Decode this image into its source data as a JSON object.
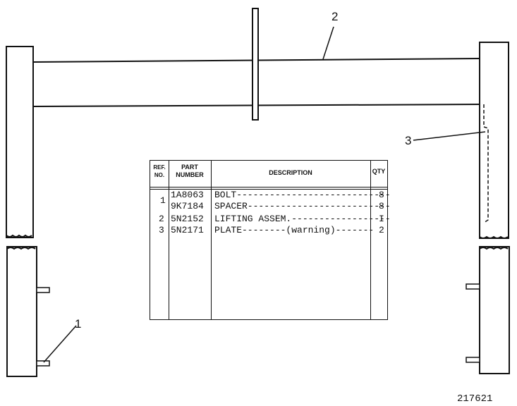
{
  "callouts": {
    "c1": "1",
    "c2": "2",
    "c3": "3"
  },
  "table": {
    "headers": {
      "ref": "REF.\nNO.",
      "part": "PART\nNUMBER",
      "desc": "DESCRIPTION",
      "qty": "QTY"
    },
    "rows": [
      {
        "ref": "1",
        "part": "1A8063",
        "desc": "BOLT----------------------------",
        "qty": "8"
      },
      {
        "ref": "",
        "part": "9K7184",
        "desc": "SPACER--------------------------",
        "qty": "8"
      },
      {
        "ref": "2",
        "part": "5N2152",
        "desc": "LIFTING ASSEM.------------------",
        "qty": "I"
      },
      {
        "ref": "3",
        "part": "5N2171",
        "desc": "PLATE--------(warning)-------",
        "qty": "2"
      }
    ]
  },
  "figure_number": "217621"
}
